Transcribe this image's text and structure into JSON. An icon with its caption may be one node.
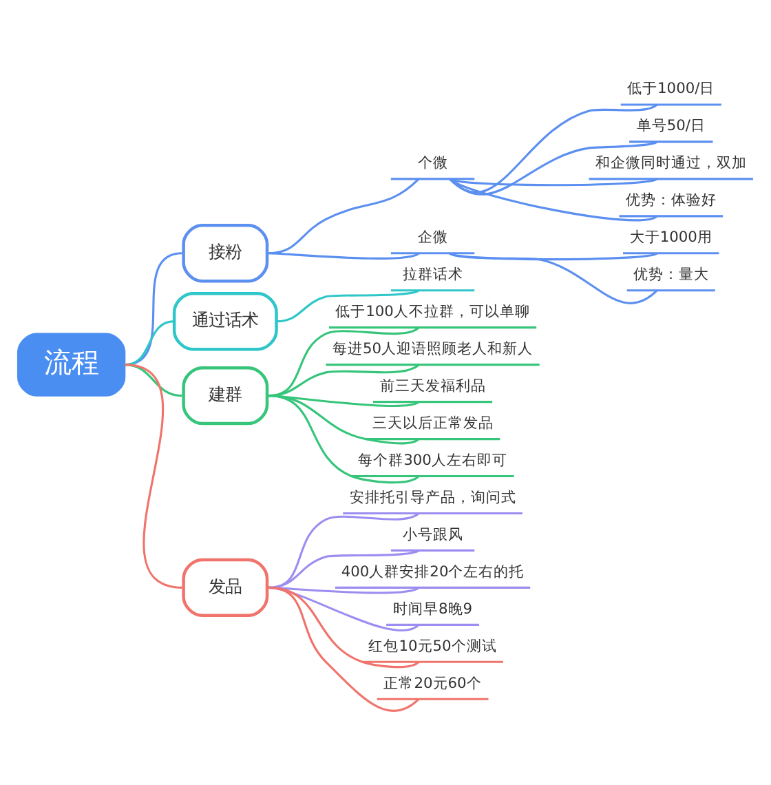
{
  "diagram": {
    "nodes": [
      {
        "text": [
          "流程"
        ]
      },
      {
        "text": [
          "接粉"
        ]
      },
      {
        "text": [
          "个微"
        ]
      },
      {
        "text": [
          "低于1000/日"
        ]
      },
      {
        "text": [
          "单号50/日"
        ]
      },
      {
        "text": [
          "和企微同时通过，双加"
        ]
      },
      {
        "text": [
          "优势：体验好"
        ]
      },
      {
        "text": [
          "企微"
        ]
      },
      {
        "text": [
          "大于1000用"
        ]
      },
      {
        "text": [
          "优势：量大"
        ]
      },
      {
        "text": [
          "通过话术"
        ]
      },
      {
        "text": [
          "拉群话术"
        ]
      },
      {
        "text": [
          "建群"
        ]
      },
      {
        "text": [
          "低于100人不拉群，可以单聊"
        ]
      },
      {
        "text": [
          "每进50人迎语照顾老人和新人"
        ]
      },
      {
        "text": [
          "前三天发福利品"
        ]
      },
      {
        "text": [
          "三天以后正常发品"
        ]
      },
      {
        "text": [
          "每个群300人左右即可"
        ]
      },
      {
        "text": [
          "发品"
        ]
      },
      {
        "text": [
          "安排托引导产品，询问式"
        ]
      },
      {
        "text": [
          "小号跟风"
        ]
      },
      {
        "text": [
          "400人群安排20个左右的托"
        ]
      },
      {
        "text": [
          "时间早8晚9"
        ]
      },
      {
        "text": [
          "红包10元50个测试"
        ]
      },
      {
        "text": [
          "正常20元60个"
        ]
      }
    ],
    "edges": [
      {
        "from": 0,
        "to": 1,
        "arrow": "none"
      },
      {
        "from": 1,
        "to": 2,
        "arrow": "none"
      },
      {
        "from": 2,
        "to": 3,
        "arrow": "none"
      },
      {
        "from": 2,
        "to": 4,
        "arrow": "none"
      },
      {
        "from": 2,
        "to": 5,
        "arrow": "none"
      },
      {
        "from": 2,
        "to": 6,
        "arrow": "none"
      },
      {
        "from": 1,
        "to": 7,
        "arrow": "none"
      },
      {
        "from": 7,
        "to": 8,
        "arrow": "none"
      },
      {
        "from": 7,
        "to": 9,
        "arrow": "none"
      },
      {
        "from": 0,
        "to": 10,
        "arrow": "none",
        "color": "#2ec6c8"
      },
      {
        "from": 10,
        "to": 11,
        "arrow": "none",
        "color": "#2ec6c8"
      },
      {
        "from": 0,
        "to": 12,
        "arrow": "none",
        "color": "#36c57a"
      },
      {
        "from": 12,
        "to": 13,
        "arrow": "none",
        "color": "#36c57a"
      },
      {
        "from": 12,
        "to": 14,
        "arrow": "none",
        "color": "#36c57a"
      },
      {
        "from": 12,
        "to": 15,
        "arrow": "none",
        "color": "#36c57a"
      },
      {
        "from": 12,
        "to": 16,
        "arrow": "none",
        "color": "#36c57a"
      },
      {
        "from": 12,
        "to": 17,
        "arrow": "none",
        "color": "#36c57a"
      },
      {
        "from": 0,
        "to": 18,
        "arrow": "none",
        "color": "#f0746c"
      },
      {
        "from": 18,
        "to": 19,
        "arrow": "none",
        "color": "#9b8ef0"
      },
      {
        "from": 18,
        "to": 20,
        "arrow": "none",
        "color": "#9b8ef0"
      },
      {
        "from": 18,
        "to": 21,
        "arrow": "none",
        "color": "#9b8ef0"
      },
      {
        "from": 18,
        "to": 22,
        "arrow": "none",
        "color": "#9b8ef0"
      },
      {
        "from": 18,
        "to": 23,
        "arrow": "none",
        "color": "#f0746c"
      },
      {
        "from": 18,
        "to": 24,
        "arrow": "none",
        "color": "#f0746c"
      }
    ]
  }
}
